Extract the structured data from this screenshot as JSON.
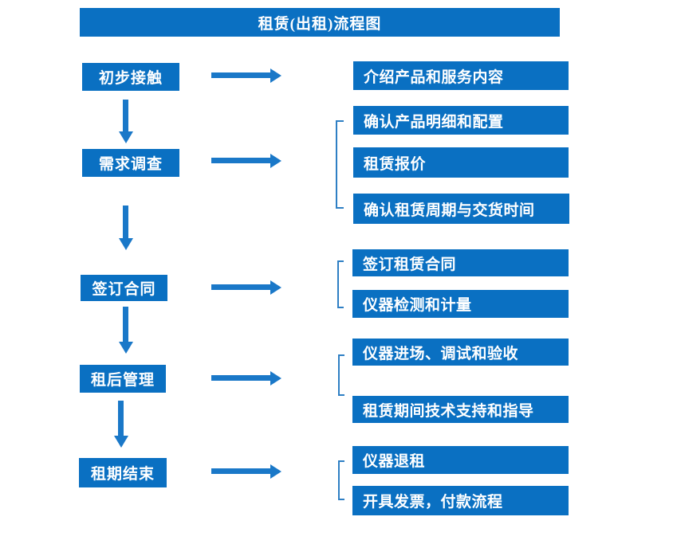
{
  "title": "租赁(出租)流程图",
  "colors": {
    "box": "#0a70c2",
    "arrow": "#1a78c8",
    "bracket": "#2e7fc4",
    "text": "#ffffff",
    "background": "#ffffff"
  },
  "flow": [
    {
      "step": "初步接触",
      "details": [
        "介绍产品和服务内容"
      ]
    },
    {
      "step": "需求调查",
      "details": [
        "确认产品明细和配置",
        "租赁报价",
        "确认租赁周期与交货时间"
      ]
    },
    {
      "step": "签订合同",
      "details": [
        "签订租赁合同",
        "仪器检测和计量"
      ]
    },
    {
      "step": "租后管理",
      "details": [
        "仪器进场、调试和验收",
        "租赁期间技术支持和指导"
      ]
    },
    {
      "step": "租期结束",
      "details": [
        "仪器退租",
        "开具发票，付款流程"
      ]
    }
  ]
}
